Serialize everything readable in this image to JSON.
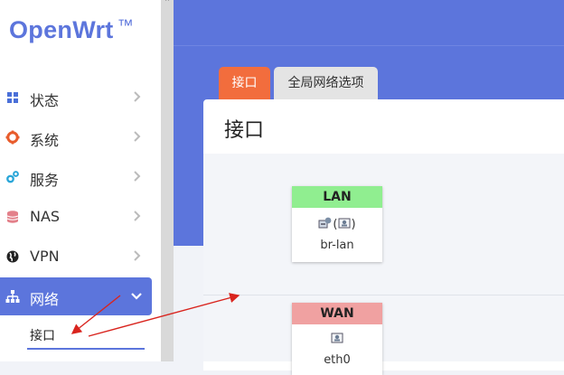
{
  "brand": {
    "name": "OpenWrt",
    "trademark": "™"
  },
  "sidebar": {
    "items": [
      {
        "label": "状态",
        "icon": "dashboard-icon"
      },
      {
        "label": "系统",
        "icon": "gear-icon"
      },
      {
        "label": "服务",
        "icon": "gears-icon"
      },
      {
        "label": "NAS",
        "icon": "database-icon"
      },
      {
        "label": "VPN",
        "icon": "globe-icon"
      },
      {
        "label": "网络",
        "icon": "sitemap-icon",
        "expanded": true
      }
    ],
    "submenu": {
      "label": "接口",
      "selected": true
    }
  },
  "tabs": [
    {
      "label": "接口",
      "active": true
    },
    {
      "label": "全局网络选项",
      "active": false
    }
  ],
  "page": {
    "title": "接口"
  },
  "interfaces": [
    {
      "name": "LAN",
      "device": "br-lan",
      "icons": "(",
      "icons_close": ")"
    },
    {
      "name": "WAN",
      "device": "eth0"
    }
  ],
  "colors": {
    "accent": "#5c75dc",
    "active_tab": "#f26d3d",
    "lan_header": "#90ee90",
    "wan_header": "#f0a1a1",
    "annotation_arrow": "#d9241e"
  }
}
